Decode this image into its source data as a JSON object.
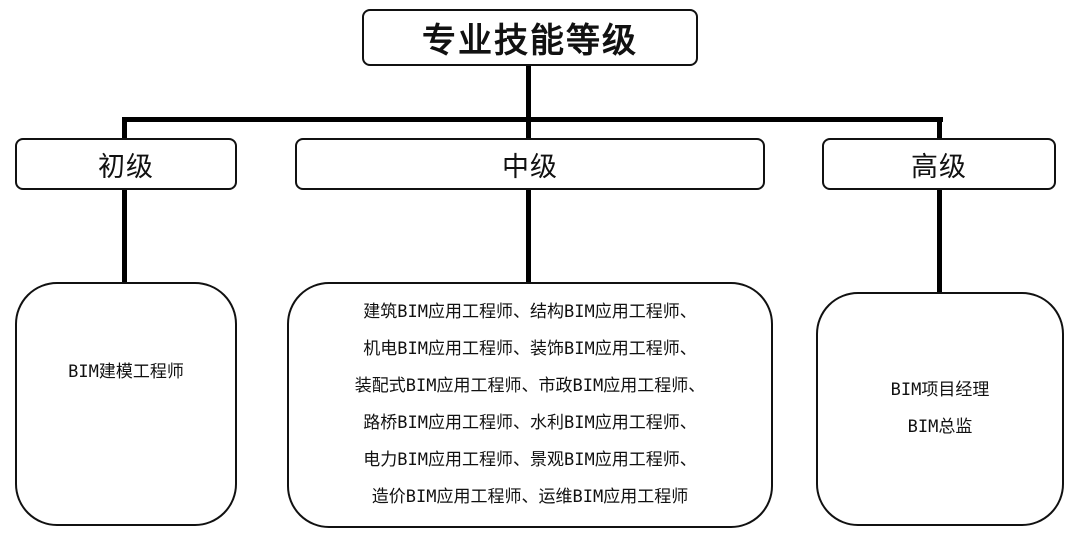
{
  "root": {
    "label": "专业技能等级"
  },
  "levels": [
    {
      "label": "初级",
      "items": [
        "BIM建模工程师"
      ]
    },
    {
      "label": "中级",
      "items": [
        "建筑BIM应用工程师、结构BIM应用工程师、",
        "机电BIM应用工程师、装饰BIM应用工程师、",
        "装配式BIM应用工程师、市政BIM应用工程师、",
        "路桥BIM应用工程师、水利BIM应用工程师、",
        "电力BIM应用工程师、景观BIM应用工程师、",
        "造价BIM应用工程师、运维BIM应用工程师"
      ]
    },
    {
      "label": "高级",
      "items": [
        "BIM项目经理",
        "BIM总监"
      ]
    }
  ]
}
